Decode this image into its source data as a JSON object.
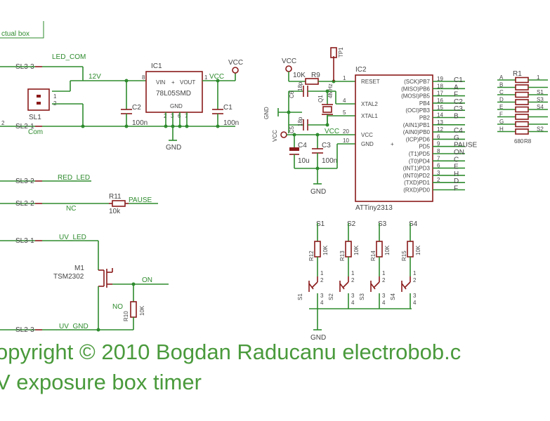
{
  "frame_label": "ctual box",
  "connectors": {
    "sl1": "SL1",
    "sl3_3": "SL3-3",
    "sl2_1": "SL2-1",
    "sl3_2": "SL3-2",
    "sl2_2": "SL2-2",
    "sl3_1": "SL3-1",
    "sl2_3": "SL2-3",
    "sl2_left": "2"
  },
  "nets": {
    "led_com": "LED_COM",
    "v12": "12V",
    "com": "Com",
    "red_led": "RED_LED",
    "nc": "NC",
    "pause": "PAUSE",
    "uv_led": "UV_LED",
    "on": "ON",
    "no": "NO",
    "uv_gnd": "UV_GND",
    "vcc": "VCC",
    "gnd": "GND"
  },
  "regulator": {
    "ref": "IC1",
    "part": "78L05SMD",
    "vin": "VIN",
    "plus": "+",
    "vout": "VOUT",
    "gnd": "GND",
    "vcc": "VCC",
    "pin8": "8",
    "pin1": "1",
    "pins_bottom": [
      "2",
      "3",
      "6",
      "7"
    ]
  },
  "sl1_pins": [
    "1",
    "2"
  ],
  "caps": {
    "c2": {
      "ref": "C2",
      "val": "100n"
    },
    "c1": {
      "ref": "C1",
      "val": "100n"
    },
    "c6": {
      "ref": "C6",
      "val": "18p"
    },
    "c5": {
      "ref": "C5",
      "val": "18p"
    },
    "c4": {
      "ref": "C4",
      "val": "10u"
    },
    "c3": {
      "ref": "C3",
      "val": "100n"
    }
  },
  "resistors": {
    "r9": {
      "ref": "R9",
      "val": "10K"
    },
    "r11": {
      "ref": "R11",
      "val": "10k"
    },
    "r10": {
      "ref": "R10",
      "val": "10K"
    },
    "r12": {
      "ref": "R12",
      "val": "10K"
    },
    "r13": {
      "ref": "R13",
      "val": "10K"
    },
    "r14": {
      "ref": "R14",
      "val": "10K"
    },
    "r15": {
      "ref": "R15",
      "val": "10K"
    },
    "r1": {
      "ref": "R1"
    },
    "r8": {
      "ref": "R8",
      "val": "680"
    }
  },
  "crystal": {
    "ref": "Q1",
    "val": "4MHz"
  },
  "testpoint": "TP1",
  "mosfet": {
    "ref": "M1",
    "part": "TSM2302"
  },
  "mcu": {
    "ref": "IC2",
    "part": "ATTiny2313",
    "left": [
      {
        "pin": "1",
        "name": "RESET"
      },
      {
        "pin": "4",
        "name": "XTAL2"
      },
      {
        "pin": "5",
        "name": "XTAL1"
      },
      {
        "pin": "20",
        "name": "VCC"
      },
      {
        "pin": "10",
        "name": "GND"
      }
    ],
    "right": [
      {
        "pin": "19",
        "name": "(SCK)PB7",
        "net": "C1"
      },
      {
        "pin": "18",
        "name": "(MISO)PB6",
        "net": "A"
      },
      {
        "pin": "17",
        "name": "(MOSI)PB5",
        "net": "F"
      },
      {
        "pin": "16",
        "name": "PB4",
        "net": "C2"
      },
      {
        "pin": "15",
        "name": "(OCI)PB3",
        "net": "C3"
      },
      {
        "pin": "14",
        "name": "PB2",
        "net": "B"
      },
      {
        "pin": "13",
        "name": "(AIN1)PB1",
        "net": ""
      },
      {
        "pin": "12",
        "name": "(AIN0)PB0",
        "net": "C4"
      },
      {
        "pin": "6",
        "name": "(ICP)PD6",
        "net": "G"
      },
      {
        "pin": "9",
        "name": "PD5",
        "net": "PAUSE"
      },
      {
        "pin": "8",
        "name": "(T1)PD5",
        "net": "ON"
      },
      {
        "pin": "7",
        "name": "(T0)PD4",
        "net": "C"
      },
      {
        "pin": "6",
        "name": "(INT1)PD3",
        "net": "E"
      },
      {
        "pin": "3",
        "name": "(INT0)PD2",
        "net": "H"
      },
      {
        "pin": "2",
        "name": "(TXD)PD1",
        "net": "D"
      },
      {
        "pin": "",
        "name": "(RXD)PD0",
        "net": "F"
      }
    ]
  },
  "switches": [
    {
      "ref": "S1",
      "net": "S1",
      "res": "R12"
    },
    {
      "ref": "S2",
      "net": "S2",
      "res": "R13"
    },
    {
      "ref": "S3",
      "net": "S3",
      "res": "R14"
    },
    {
      "ref": "S4",
      "net": "S4",
      "res": "R15"
    }
  ],
  "switch_pins": [
    "1",
    "2",
    "3",
    "4"
  ],
  "rarray": {
    "left": [
      "A",
      "B",
      "C",
      "D",
      "E",
      "F",
      "G",
      "H"
    ],
    "right": [
      "1",
      "",
      "S1",
      "S3",
      "S4",
      "",
      "",
      "S2"
    ]
  },
  "footer": {
    "line1": "opyright © 2010 Bogdan Raducanu electrobob.c",
    "line2": "V exposure box timer"
  }
}
